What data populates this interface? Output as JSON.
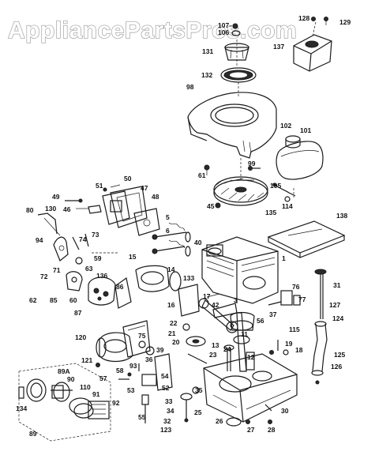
{
  "watermark": "AppliancePartsPros.com",
  "callouts": {
    "c128": "128",
    "c129": "129",
    "c107": "107",
    "c106": "106",
    "c137": "137",
    "c131": "131",
    "c132": "132",
    "c98": "98",
    "c102": "102",
    "c101": "101",
    "c99": "99",
    "c61": "61",
    "c105": "105",
    "c114": "114",
    "c50": "50",
    "c51": "51",
    "c47": "47",
    "c49": "49",
    "c46": "46",
    "c48": "48",
    "c45": "45",
    "c135": "135",
    "c138": "138",
    "c80": "80",
    "c130": "130",
    "c5": "5",
    "c6": "6",
    "c94": "94",
    "c74": "74",
    "c73": "73",
    "c59": "59",
    "c15": "15",
    "c40": "40",
    "c1": "1",
    "c72": "72",
    "c71": "71",
    "c63": "63",
    "c136": "136",
    "c14": "14",
    "c133": "133",
    "c31": "31",
    "c62": "62",
    "c85": "85",
    "c60": "60",
    "c86": "86",
    "c76": "76",
    "c77": "77",
    "c87": "87",
    "c16": "16",
    "c17": "17",
    "c42": "42",
    "c3": "3",
    "c37": "37",
    "c127": "127",
    "c56": "56",
    "c124": "124",
    "c115": "115",
    "c22": "22",
    "c21": "21",
    "c11": "11",
    "c20": "20",
    "c75": "75",
    "c120": "120",
    "c39": "39",
    "c23": "23",
    "c13": "13",
    "c24": "24",
    "c12": "12",
    "c19": "19",
    "c18": "18",
    "c125": "125",
    "c126": "126",
    "c36": "36",
    "c93": "93",
    "c121": "121",
    "c58": "58",
    "c89A": "89A",
    "c57": "57",
    "c90": "90",
    "c110": "110",
    "c54": "54",
    "c52": "52",
    "c53": "53",
    "c91": "91",
    "c35": "35",
    "c134": "134",
    "c92": "92",
    "c33": "33",
    "c34": "34",
    "c55": "55",
    "c25": "25",
    "c30": "30",
    "c32": "32",
    "c123": "123",
    "c26": "26",
    "c27": "27",
    "c28": "28",
    "c89": "89"
  }
}
